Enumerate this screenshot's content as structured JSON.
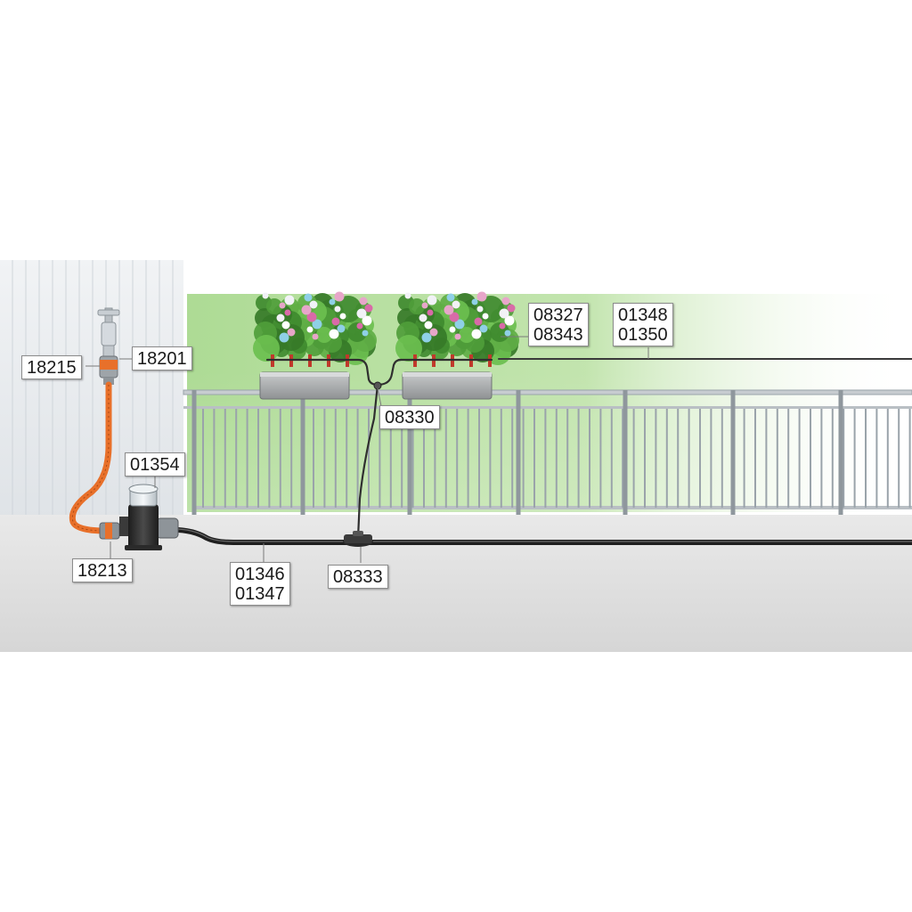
{
  "labels": {
    "18215": [
      "18215"
    ],
    "18201": [
      "18201"
    ],
    "01354": [
      "01354"
    ],
    "18213": [
      "18213"
    ],
    "01346_01347": [
      "01346",
      "01347"
    ],
    "08333": [
      "08333"
    ],
    "08330": [
      "08330"
    ],
    "08327_08343": [
      "08327",
      "08343"
    ],
    "01348_01350": [
      "01348",
      "01350"
    ]
  },
  "colors": {
    "hose_orange": "#e8702a",
    "connector_gray": "#8a8a8a",
    "pipe_black": "#2b2b2b",
    "wall": "#e9ecef",
    "ground": "#dedede",
    "greenery": "#9fd18a",
    "railing": "#9aa3aa"
  }
}
